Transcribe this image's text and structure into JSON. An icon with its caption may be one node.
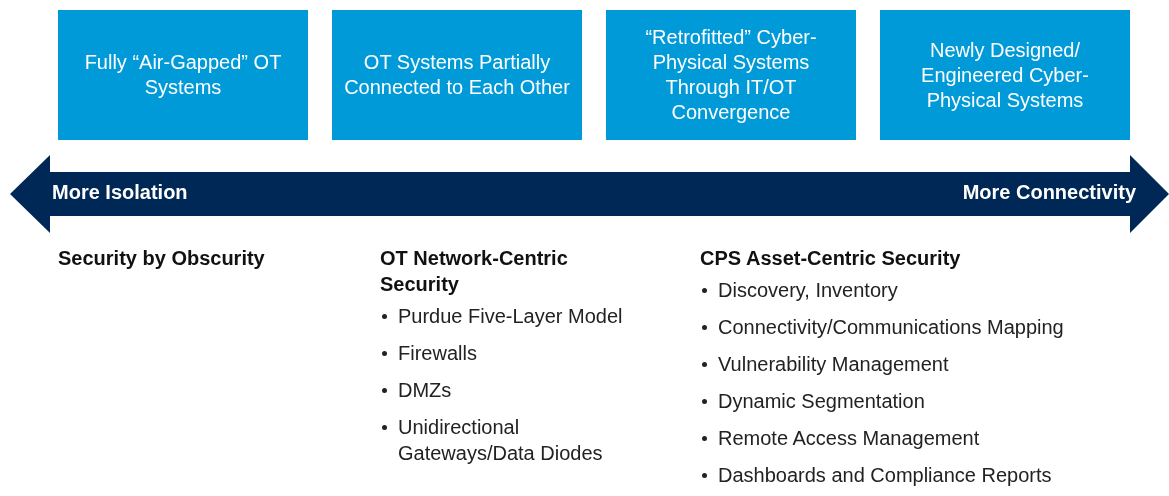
{
  "diagram": {
    "nodes": [
      {
        "text": [
          "Fully “Air-Gapped” OT Systems"
        ]
      },
      {
        "text": [
          "OT Systems Partially Connected to Each Other"
        ]
      },
      {
        "text": [
          "“Retrofitted” Cyber-Physical Systems Through IT/OT Convergence"
        ]
      },
      {
        "text": [
          "Newly Designed/ Engineered Cyber-Physical Systems"
        ]
      }
    ],
    "edges": [],
    "labels": [
      "More Isolation",
      "More Connectivity",
      "Security by Obscurity",
      "OT Network-Centric Security",
      "Purdue Five-Layer Model",
      "Firewalls",
      "DMZs",
      "Unidirectional Gateways/Data Diodes",
      "CPS Asset-Centric Security",
      "Discovery, Inventory",
      "Connectivity/Communications Mapping",
      "Vulnerability Management",
      "Dynamic Segmentation",
      "Remote Access Management",
      "Dashboards and Compliance Reports"
    ]
  }
}
